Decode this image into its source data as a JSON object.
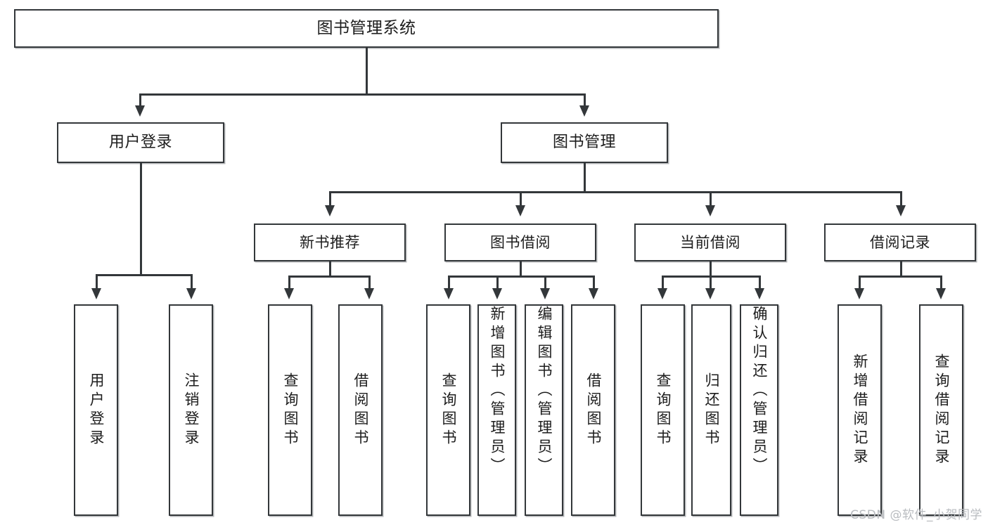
{
  "diagram": {
    "title": "图书管理系统",
    "watermark": "CSDN @软件_小贺同学",
    "root": {
      "label": "图书管理系统"
    },
    "level2": [
      {
        "label": "用户登录"
      },
      {
        "label": "图书管理"
      }
    ],
    "level3": [
      {
        "label": "新书推荐"
      },
      {
        "label": "图书借阅"
      },
      {
        "label": "当前借阅"
      },
      {
        "label": "借阅记录"
      }
    ],
    "leaves": {
      "user_login": [
        {
          "label": "用户登录"
        },
        {
          "label": "注销登录"
        }
      ],
      "new_book_recommend": [
        {
          "label": "查询图书"
        },
        {
          "label": "借阅图书"
        }
      ],
      "book_borrow": [
        {
          "label": "查询图书"
        },
        {
          "label": "新增图书（管理员）"
        },
        {
          "label": "编辑图书（管理员）"
        },
        {
          "label": "借阅图书"
        }
      ],
      "current_borrow": [
        {
          "label": "查询图书"
        },
        {
          "label": "归还图书"
        },
        {
          "label": "确认归还（管理员）"
        }
      ],
      "borrow_record": [
        {
          "label": "新增借阅记录"
        },
        {
          "label": "查询借阅记录"
        }
      ]
    },
    "colors": {
      "stroke": "#33373a",
      "fill": "#ffffff",
      "text": "#1d1d1d",
      "watermark": "#b9bcc0"
    }
  }
}
